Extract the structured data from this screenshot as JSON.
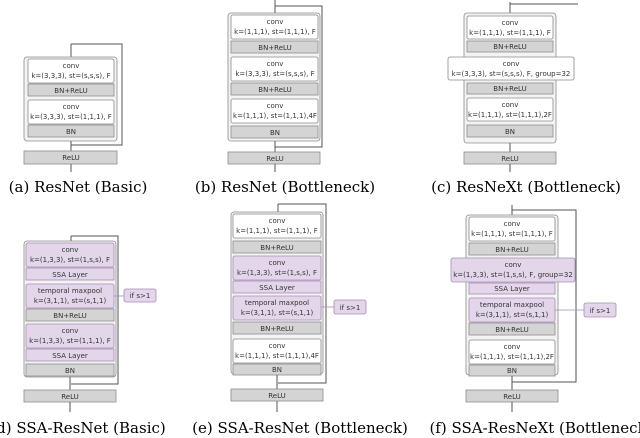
{
  "colors": {
    "conv_fill": "#ffffff",
    "conv_stroke": "#8a8a8a",
    "group_fill": "#f3f3f3",
    "gray_fill": "#d4d4d4",
    "gray_stroke": "#8c8c8c",
    "ssa_fill": "#e3d6ea",
    "ssa_stroke": "#a58cb4",
    "line": "#555555"
  },
  "captions": {
    "a": "(a) ResNet (Basic)",
    "b": "(b) ResNet (Bottleneck)",
    "c": "(c) ResNeXt (Bottleneck)",
    "d": "(d) SSA-ResNet (Basic)",
    "e": "(e) SSA-ResNet (Bottleneck)",
    "f": "(f) SSA-ResNeXt (Bottleneck)"
  },
  "labels": {
    "conv": "conv",
    "bn_relu": "BN+ReLU",
    "bn": "BN",
    "relu": "ReLU",
    "ssa_layer": "SSA Layer",
    "temporal_maxpool": "temporal maxpool",
    "if_s": "if s>1"
  },
  "params": {
    "a1": "k=(3,3,3), st=(s,s,s), F",
    "a2": "k=(3,3,3), st=(1,1,1), F",
    "b1": "k=(1,1,1), st=(1,1,1), F",
    "b2": "k=(3,3,3), st=(s,s,s), F",
    "b3": "k=(1,1,1), st=(1,1,1),4F",
    "c1": "k=(1,1,1), st=(1,1,1), F",
    "c2": "k=(3,3,3), st=(s,s,s), F, group=32",
    "c3": "k=(1,1,1), st=(1,1,1),2F",
    "d1": "k=(1,3,3), st=(1,s,s), F",
    "d_pool": "k=(3,1,1), st=(s,1,1)",
    "d2": "k=(1,3,3), st=(1,1,1), F",
    "e1": "k=(1,1,1), st=(1,1,1), F",
    "e2": "k=(1,3,3), st=(1,s,s), F",
    "e_pool": "k=(3,1,1), st=(s,1,1)",
    "e3": "k=(1,1,1), st=(1,1,1),4F",
    "f1": "k=(1,1,1), st=(1,1,1), F",
    "f2": "k=(1,3,3), st=(1,s,s), F, group=32",
    "f_pool": "k=(3,1,1), st=(s,1,1)",
    "f3": "k=(1,1,1), st=(1,1,1),2F"
  }
}
